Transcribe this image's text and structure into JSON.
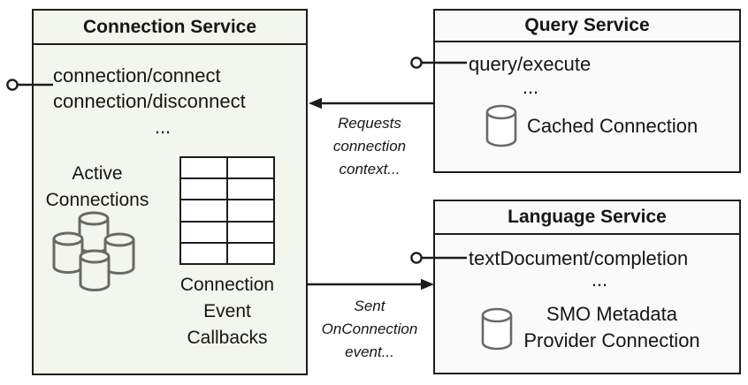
{
  "colors": {
    "connection_box_fill": "#f3f6ec",
    "service_box_fill": "#fafafa",
    "border": "#1c1c1c",
    "cylinder_stroke": "#696969",
    "text": "#161616"
  },
  "icons": {
    "interface": "lollipop-interface-icon",
    "database": "database-cylinder-icon",
    "database_cluster": "database-cluster-icon",
    "grid": "callback-table-grid"
  },
  "connection_service": {
    "title": "Connection Service",
    "methods": [
      "connection/connect",
      "connection/disconnect"
    ],
    "ellipsis": "...",
    "active_connections_lines": [
      "Active",
      "Connections"
    ],
    "callbacks_lines": [
      "Connection",
      "Event",
      "Callbacks"
    ]
  },
  "query_service": {
    "title": "Query Service",
    "method": "query/execute",
    "ellipsis": "...",
    "cached_connection": "Cached Connection"
  },
  "language_service": {
    "title": "Language Service",
    "method": "textDocument/completion",
    "ellipsis": "...",
    "smo_lines": [
      "SMO Metadata",
      "Provider Connection"
    ]
  },
  "arrows": {
    "requests_lines": [
      "Requests",
      "connection",
      "context..."
    ],
    "sent_lines": [
      "Sent",
      "OnConnection",
      "event..."
    ]
  }
}
